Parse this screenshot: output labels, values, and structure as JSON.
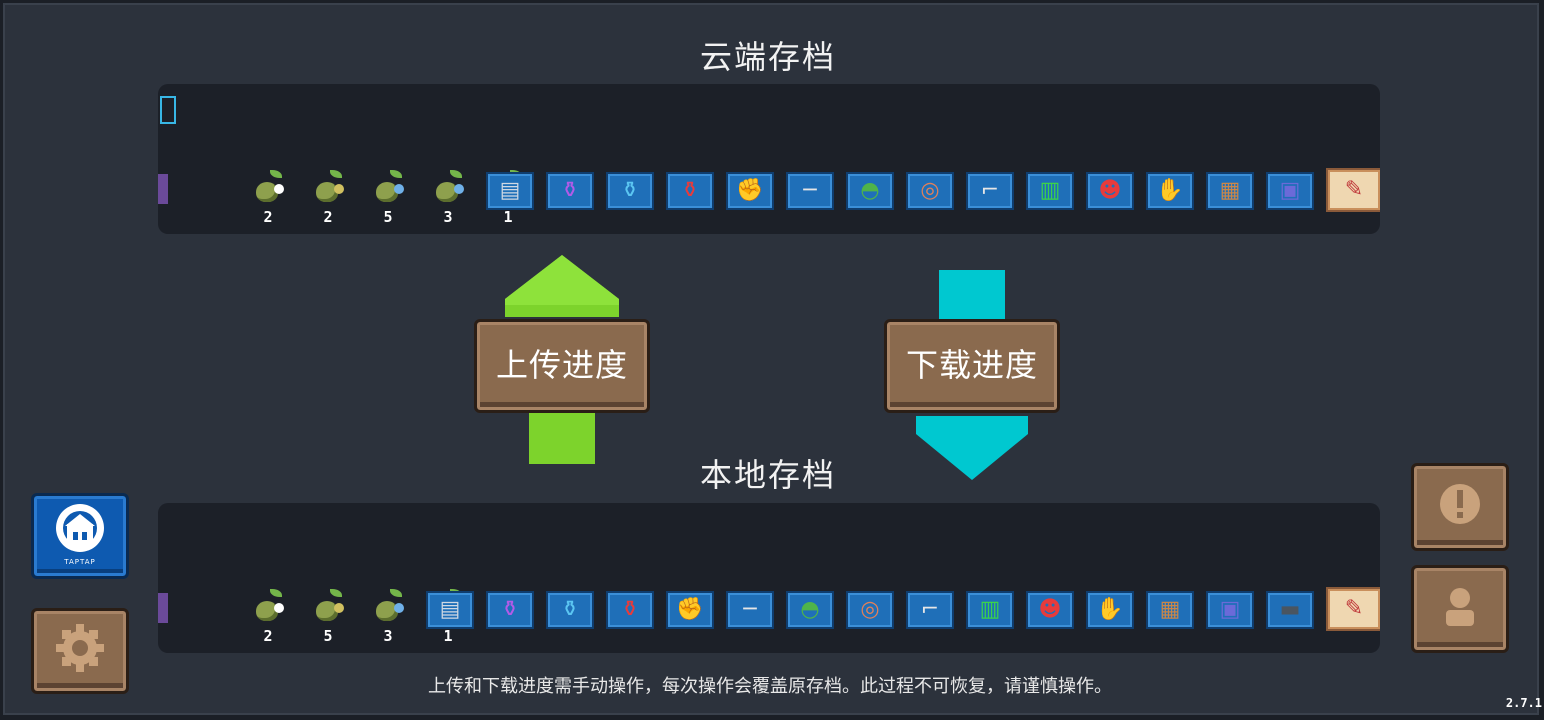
{
  "cloud_section": {
    "title": "云端存档",
    "seed_counts": [
      "",
      "2",
      "2",
      "5",
      "3",
      "1"
    ],
    "items": [
      "toolbox-icon",
      "purple-potion-icon",
      "blue-potion-icon",
      "red-potion-icon",
      "gauntlet-icon",
      "sword-icon",
      "green-ufo-icon",
      "shield-target-icon",
      "revolver-icon",
      "battery-icon",
      "skull-mask-icon",
      "torch-icon",
      "wooden-door-icon",
      "arcade-machine-icon",
      "map-scroll-icon"
    ]
  },
  "local_section": {
    "title": "本地存档",
    "seed_counts": [
      "",
      "2",
      "5",
      "3",
      "1"
    ],
    "items": [
      "toolbox-icon",
      "purple-potion-icon",
      "blue-potion-icon",
      "red-potion-icon",
      "gauntlet-icon",
      "sword-icon",
      "green-ufo-icon",
      "shield-target-icon",
      "revolver-icon",
      "battery-icon",
      "skull-mask-icon",
      "torch-icon",
      "wooden-door-icon",
      "arcade-machine-icon",
      "tank-icon",
      "map-scroll-icon"
    ]
  },
  "actions": {
    "upload_label": "上传进度",
    "download_label": "下载进度"
  },
  "notice": "上传和下载进度需手动操作，每次操作会覆盖原存档。此过程不可恢复，请谨慎操作。",
  "version": "2.7.1",
  "side_buttons": {
    "taptap_logo_text": "TAPTAP"
  },
  "colors": {
    "upload_arrow": "#7dd32c",
    "download_arrow": "#00c8d0",
    "slot_blue": "#1f6fb8",
    "wood": "#8a6a4e"
  }
}
